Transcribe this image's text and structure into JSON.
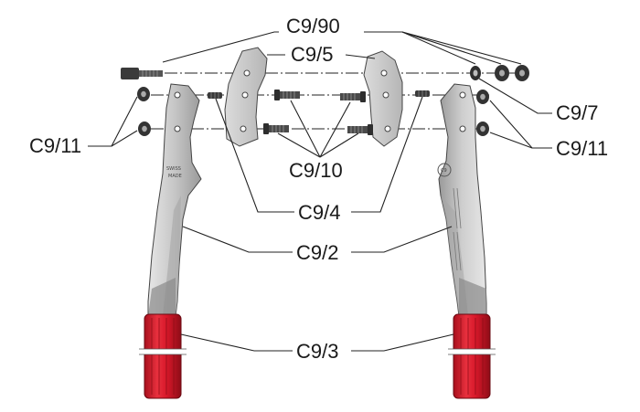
{
  "labels": {
    "c9_90": "C9/90",
    "c9_5": "C9/5",
    "c9_7": "C9/7",
    "c9_11_left": "C9/11",
    "c9_11_right": "C9/11",
    "c9_10": "C9/10",
    "c9_4": "C9/4",
    "c9_2": "C9/2",
    "c9_3": "C9/3"
  },
  "handle_markings": {
    "left": [
      "SWISS",
      "MADE"
    ],
    "right_logo": "C9"
  },
  "colors": {
    "handle_metal": "#c9c9c9",
    "handle_shadow": "#9c9c9c",
    "grip_red": "#d8182a",
    "grip_dark": "#a80f1c",
    "hardware_dark": "#3a3a3a"
  }
}
